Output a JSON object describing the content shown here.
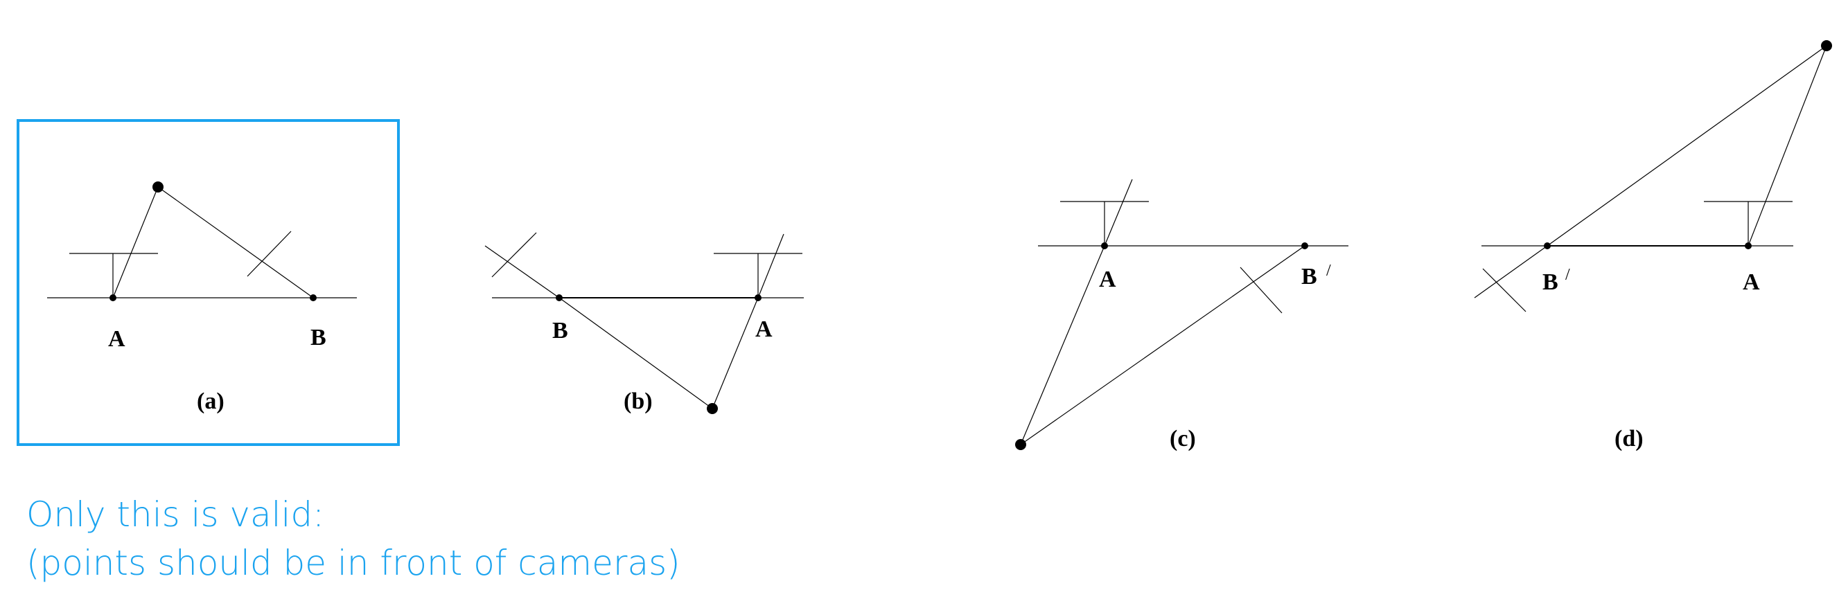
{
  "colors": {
    "highlight": "#1aa3ef",
    "ink": "#000000"
  },
  "panels": {
    "a": {
      "caption": "(a)",
      "label_left": "A",
      "label_right": "B"
    },
    "b": {
      "caption": "(b)",
      "label_left": "B",
      "label_right": "A"
    },
    "c": {
      "caption": "(c)",
      "label_left": "A",
      "label_right": "B",
      "label_right_prime": "/"
    },
    "d": {
      "caption": "(d)",
      "label_left": "B",
      "label_left_prime": "/",
      "label_right": "A"
    }
  },
  "note": {
    "line1": "Only this is valid:",
    "line2": "(points should be in front of cameras)"
  }
}
